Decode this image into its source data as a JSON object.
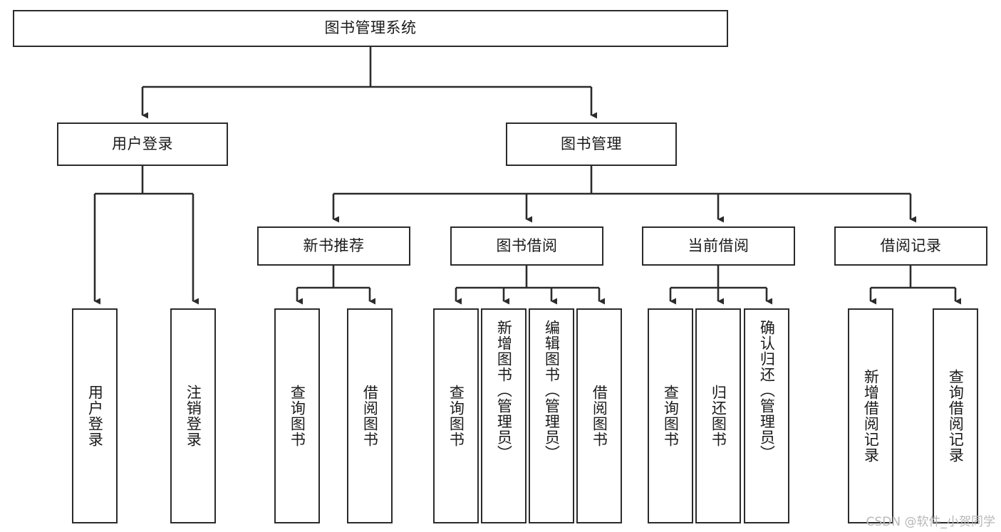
{
  "diagram": {
    "title": "图书管理系统",
    "type": "hierarchy-tree",
    "colors": {
      "border": "#2b2b2b",
      "background": "#ffffff",
      "text": "#1a1a1a",
      "connector": "#2b2b2b",
      "watermark": "#b8b8b8"
    },
    "root": {
      "label": "图书管理系统"
    },
    "level2": [
      {
        "label": "用户登录"
      },
      {
        "label": "图书管理"
      }
    ],
    "level3": [
      {
        "label": "新书推荐"
      },
      {
        "label": "图书借阅"
      },
      {
        "label": "当前借阅"
      },
      {
        "label": "借阅记录"
      }
    ],
    "leaves": {
      "user_login": [
        {
          "label": "用户登录"
        },
        {
          "label": "注销登录"
        }
      ],
      "new_book_recommend": [
        {
          "label": "查询图书"
        },
        {
          "label": "借阅图书"
        }
      ],
      "book_borrow": [
        {
          "label": "查询图书"
        },
        {
          "label": "新增图书（管理员）"
        },
        {
          "label": "编辑图书（管理员）"
        },
        {
          "label": "借阅图书"
        }
      ],
      "current_borrow": [
        {
          "label": "查询图书"
        },
        {
          "label": "归还图书"
        },
        {
          "label": "确认归还（管理员）"
        }
      ],
      "borrow_record": [
        {
          "label": "新增借阅记录"
        },
        {
          "label": "查询借阅记录"
        }
      ]
    }
  },
  "watermark": {
    "text": "CSDN @软件_小贺同学"
  }
}
